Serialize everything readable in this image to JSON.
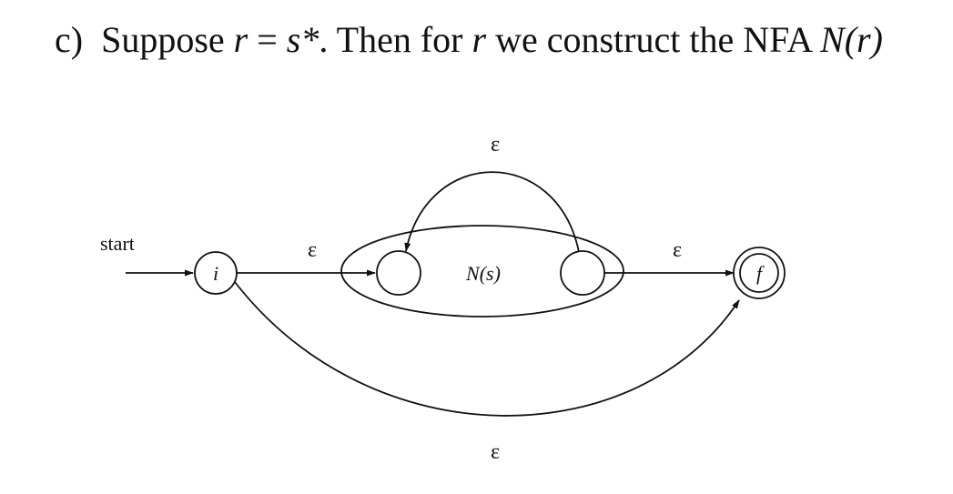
{
  "heading": {
    "part": "c)",
    "text1": "Suppose",
    "r": "r",
    "eq": "=",
    "s_star": "s*",
    "text2": ". Then for",
    "r2": "r",
    "text3": "we construct the NFA",
    "nfa": "N(r)"
  },
  "diagram": {
    "start_label": "start",
    "initial_state": "i",
    "final_state": "f",
    "inner_nfa": "N(s)",
    "epsilon_into_inner": "ε",
    "epsilon_loop_back": "ε",
    "epsilon_out_of_inner": "ε",
    "epsilon_bypass": "ε"
  }
}
